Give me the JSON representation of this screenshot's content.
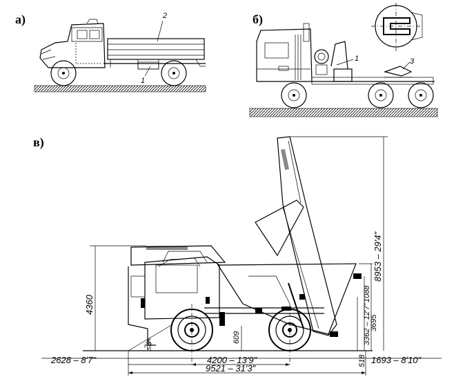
{
  "panels": {
    "a": {
      "label": "а)",
      "callouts": [
        "2",
        "1"
      ]
    },
    "b": {
      "label": "б)",
      "callouts": [
        "1",
        "3"
      ]
    },
    "c": {
      "label": "в)",
      "dimensions": {
        "height_left": "4360",
        "height_total": "8953 – 29'4\"",
        "rear_1": "1088",
        "rear_2": "3362 – 12'7\"",
        "rear_3": "3695",
        "overhang_front": "2628 – 8'7\"",
        "wheelbase": "4200 – 13'9\"",
        "overall_length": "9521 – 31'3\"",
        "overhang_rear": "1693 – 8'10\"",
        "ground_clearance": "609",
        "small_rear": "518",
        "angle": "28°"
      }
    }
  }
}
